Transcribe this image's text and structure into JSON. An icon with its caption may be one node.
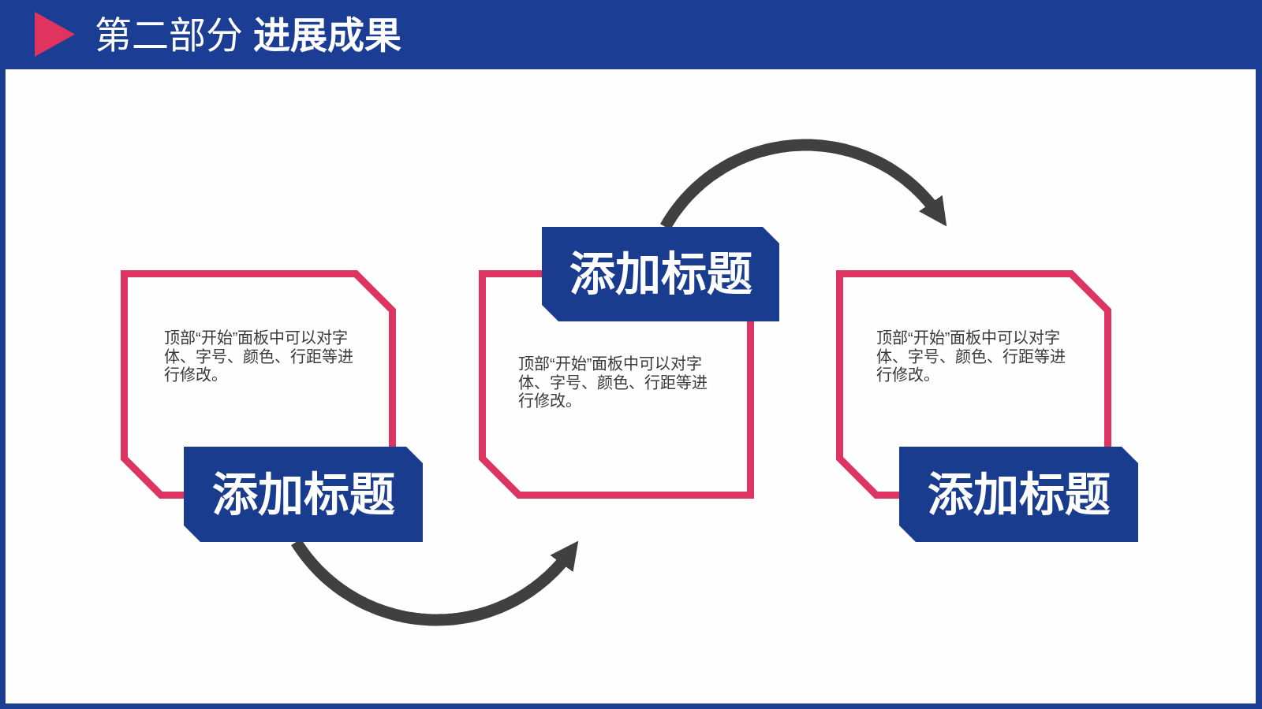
{
  "diagram": {
    "title": "第二部分 **进展成果**",
    "nodes": [
      {
        "text": [
          "顶部“开始”面板中可以对字体、字号、颜色、行距等进行修改。"
        ]
      },
      {
        "text": [
          "添加标题"
        ]
      },
      {
        "text": [
          "添加标题"
        ]
      },
      {
        "text": [
          "顶部“开始”面板中可以对字体、字号、颜色、行距等进行修改。"
        ]
      },
      {
        "text": [
          "顶部“开始”面板中可以对字体、字号、颜色、行距等进行修改。"
        ]
      },
      {
        "text": [
          "添加标题"
        ]
      }
    ],
    "edges": [
      {
        "from": 1,
        "to": 3,
        "arrow": "to"
      },
      {
        "from": 2,
        "to": 4,
        "arrow": "to"
      }
    ]
  }
}
